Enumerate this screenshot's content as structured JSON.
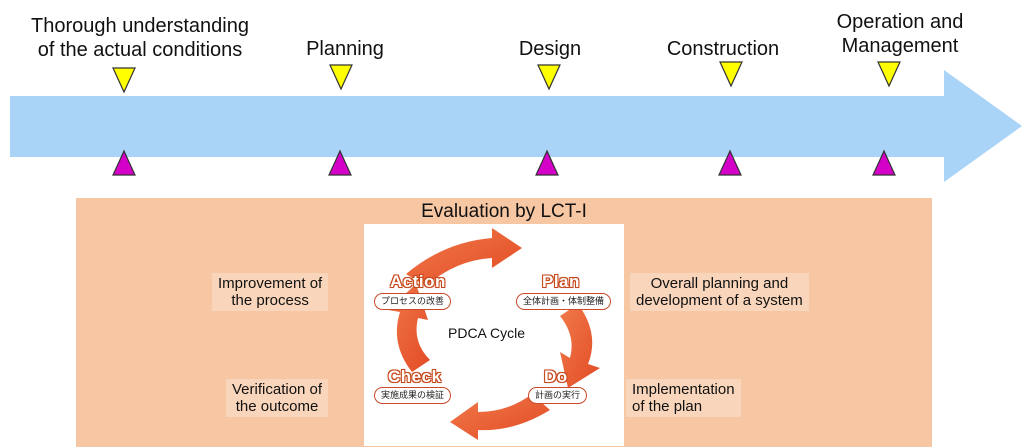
{
  "phases": [
    {
      "name": "Thorough understanding\nof the actual conditions"
    },
    {
      "name": "Planning"
    },
    {
      "name": "Design"
    },
    {
      "name": "Construction"
    },
    {
      "name": "Operation and\nManagement"
    }
  ],
  "panel": {
    "title": "Evaluation by LCT-I",
    "left_top": "Improvement of\nthe process",
    "left_bottom": "Verification of\nthe outcome",
    "right_top": "Overall planning and\ndevelopment of a system",
    "right_bottom": "Implementation\nof the plan"
  },
  "cycle": {
    "center": "PDCA Cycle",
    "action": {
      "title": "Action",
      "sub": "プロセスの改善"
    },
    "plan": {
      "title": "Plan",
      "sub": "全体計画・体制整備"
    },
    "do": {
      "title": "Do",
      "sub": "計画の実行"
    },
    "check": {
      "title": "Check",
      "sub": "実施成果の検証"
    }
  },
  "colors": {
    "arrow": "#a9d3f7",
    "down_marker": "#ffff00",
    "up_marker": "#d400c8",
    "panel": "#f7c6a3",
    "cycle_arrow": "#e8613a"
  }
}
